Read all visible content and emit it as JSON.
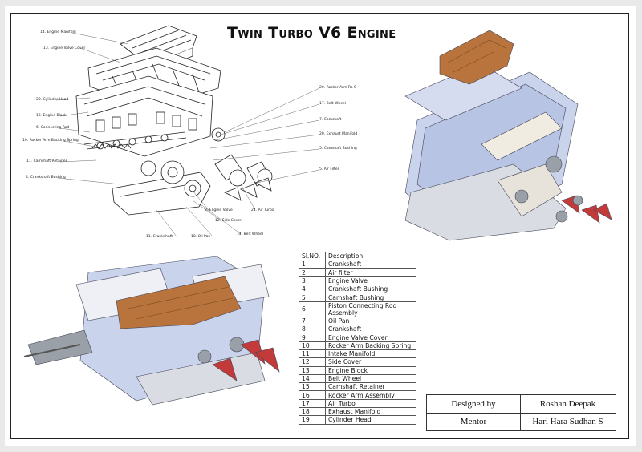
{
  "title": "Twin Turbo V6 Engine",
  "callouts": [
    "14. Engine Manifold",
    "13. Engine Valve Cover",
    "20. Cylinder Head",
    "16. Engine Block",
    "6. Connecting Rod",
    "10. Rocker Arm Backing Spring",
    "11. Camshaft Retainer",
    "4. Crankshaft Bushing",
    "20. Rocker Arm Ro S",
    "17. Belt Wheel",
    "7. Camshaft",
    "20. Exhaust Manifold",
    "5. Camshaft Bushing",
    "5. Air Filter",
    "3. Engine Valve",
    "24. Air Turbo",
    "12. Side Cover",
    "14. Belt Wheel",
    "18. Oil Pan",
    "11. Crankshaft"
  ],
  "parts_table": {
    "headers": [
      "Sl.NO.",
      "Description"
    ],
    "rows": [
      [
        "1",
        "Crankshaft"
      ],
      [
        "2",
        "Air filter"
      ],
      [
        "3",
        "Engine Valve"
      ],
      [
        "4",
        "Crankshaft Bushing"
      ],
      [
        "5",
        "Camshaft Bushing"
      ],
      [
        "6",
        "Piston Connecting Rod Assembly"
      ],
      [
        "7",
        "Oil Pan"
      ],
      [
        "8",
        "Crankshaft"
      ],
      [
        "9",
        "Engine Valve Cover"
      ],
      [
        "10",
        "Rocker Arm Backing Spring"
      ],
      [
        "11",
        "Intake Manifold"
      ],
      [
        "12",
        "Side Cover"
      ],
      [
        "13",
        "Engine Block"
      ],
      [
        "14",
        "Belt Wheel"
      ],
      [
        "15",
        "Camshaft Retainer"
      ],
      [
        "16",
        "Rocker Arm Assembly"
      ],
      [
        "17",
        "Air Turbo"
      ],
      [
        "18",
        "Exhaust Manifold"
      ],
      [
        "19",
        "Cylinder Head"
      ]
    ]
  },
  "title_block": {
    "designed_by_label": "Designed by",
    "designed_by_value": "Roshan Deepak",
    "mentor_label": "Mentor",
    "mentor_value": "Hari Hara Sudhan S"
  },
  "colors": {
    "manifold": "#b8743c",
    "block": "#c9d3ec",
    "head": "#f1ece2",
    "filter": "#c23a3a",
    "steel": "#9aa0a8"
  }
}
